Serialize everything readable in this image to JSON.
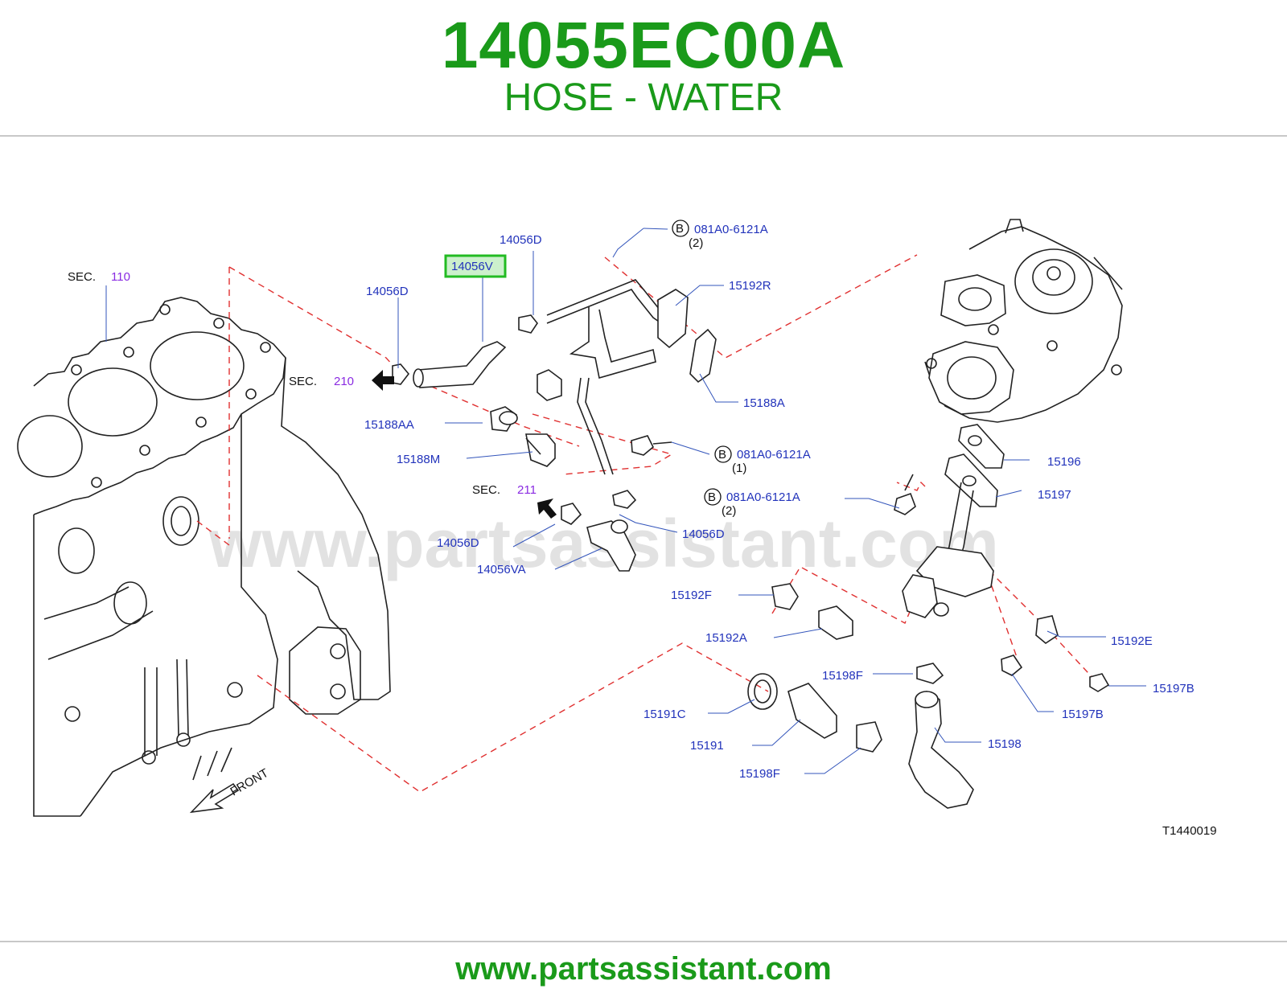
{
  "header": {
    "part_number": "14055EC00A",
    "part_name": "HOSE - WATER"
  },
  "footer": {
    "url": "www.partsassistant.com"
  },
  "watermark": "www.partsassistant.com",
  "diagram": {
    "code": "T1440019",
    "highlight_color": "#22bb22",
    "sec_prefix": "SEC.",
    "front_label": "FRONT",
    "circle_letter": "B",
    "labels": {
      "sec110": "110",
      "sec210": "210",
      "sec211": "211",
      "p14056V": "14056V",
      "p14056D_top": "14056D",
      "p14056D_left": "14056D",
      "p14056D_mid": "14056D",
      "p14056D_low": "14056D",
      "p14056VA": "14056VA",
      "p15188AA": "15188AA",
      "p15188M": "15188M",
      "p15188A": "15188A",
      "p15192R": "15192R",
      "bolt1": "081A0-6121A",
      "bolt1_qty": "(2)",
      "bolt2": "081A0-6121A",
      "bolt2_qty": "(1)",
      "bolt3": "081A0-6121A",
      "bolt3_qty": "(2)",
      "p15196": "15196",
      "p15197": "15197",
      "p15192F": "15192F",
      "p15192A": "15192A",
      "p15192E": "15192E",
      "p15197B_right": "15197B",
      "p15197B_left": "15197B",
      "p15198F_top": "15198F",
      "p15198F_bot": "15198F",
      "p15191C": "15191C",
      "p15191": "15191",
      "p15198": "15198"
    }
  }
}
